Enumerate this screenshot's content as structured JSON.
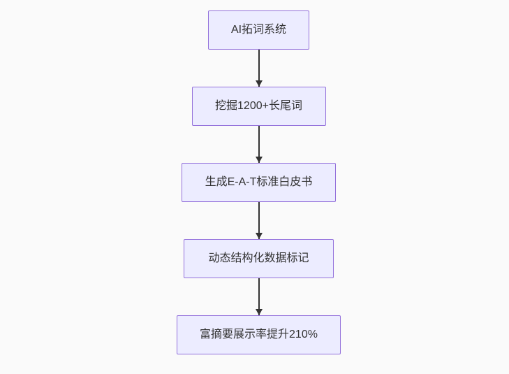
{
  "page": {
    "background_color": "#fafafa"
  },
  "flowchart": {
    "type": "flowchart",
    "direction": "top-down",
    "style": {
      "node_fill": "#ECECFF",
      "node_border": "#9370DB",
      "arrow_color": "#333333",
      "text_color": "#333333"
    },
    "nodes": [
      {
        "id": "node-1",
        "label": "AI拓词系统"
      },
      {
        "id": "node-2",
        "label": "挖掘1200+长尾词"
      },
      {
        "id": "node-3",
        "label": "生成E-A-T标准白皮书"
      },
      {
        "id": "node-4",
        "label": "动态结构化数据标记"
      },
      {
        "id": "node-5",
        "label": "富摘要展示率提升210%"
      }
    ],
    "edges": [
      {
        "from": "node-1",
        "to": "node-2"
      },
      {
        "from": "node-2",
        "to": "node-3"
      },
      {
        "from": "node-3",
        "to": "node-4"
      },
      {
        "from": "node-4",
        "to": "node-5"
      }
    ]
  }
}
